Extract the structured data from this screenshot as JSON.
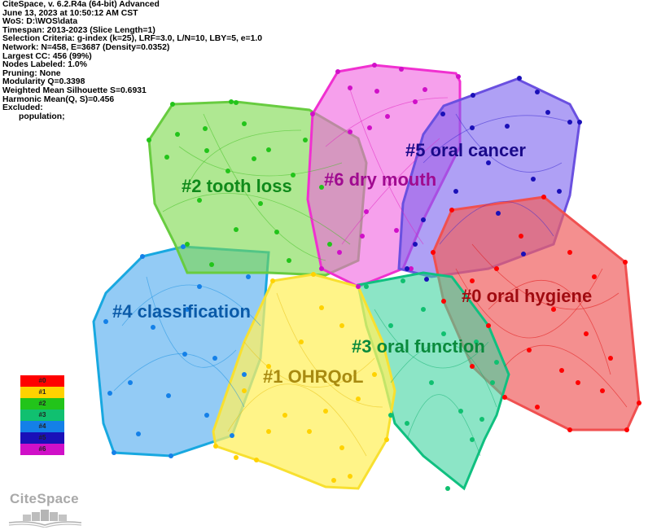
{
  "info_panel": {
    "lines": [
      "CiteSpace, v. 6.2.R4a (64-bit) Advanced",
      "June 13, 2023 at 10:50:12 AM CST",
      "WoS: D:\\WOS\\data",
      "Timespan: 2013-2023 (Slice Length=1)",
      "Selection Criteria: g-index (k=25), LRF=3.0, L/N=10, LBY=5, e=1.0",
      "Network: N=458, E=3687 (Density=0.0352)",
      "Largest CC: 456 (99%)",
      "Nodes Labeled: 1.0%",
      "Pruning: None",
      "Modularity Q=0.3398",
      "Weighted Mean Silhouette S=0.6931",
      "Harmonic Mean(Q, S)=0.456",
      "Excluded:",
      "population;"
    ]
  },
  "clusters": [
    {
      "id": "#0",
      "label": "#0 oral hygiene",
      "color": "#e8141c",
      "label_color": "#a00a10"
    },
    {
      "id": "#1",
      "label": "#1 OHRQoL",
      "color": "#ffd21f",
      "label_color": "#a88a10"
    },
    {
      "id": "#2",
      "label": "#2 tooth loss",
      "color": "#38c41c",
      "label_color": "#0f8a1a"
    },
    {
      "id": "#3",
      "label": "#3 oral function",
      "color": "#18c47c",
      "label_color": "#0a8a3c"
    },
    {
      "id": "#4",
      "label": "#4 classification",
      "color": "#1a84e0",
      "label_color": "#0a5aa8"
    },
    {
      "id": "#5",
      "label": "#5 oral cancer",
      "color": "#2a1ad0",
      "label_color": "#1a0a8a"
    },
    {
      "id": "#6",
      "label": "#6 dry mouth",
      "color": "#e01ac8",
      "label_color": "#a00a90"
    }
  ],
  "legend": {
    "items": [
      {
        "label": "#0",
        "color": "#ff0000"
      },
      {
        "label": "#1",
        "color": "#ffd200"
      },
      {
        "label": "#2",
        "color": "#22c41a"
      },
      {
        "label": "#3",
        "color": "#10c070"
      },
      {
        "label": "#4",
        "color": "#1480e8"
      },
      {
        "label": "#5",
        "color": "#1a10b8"
      },
      {
        "label": "#6",
        "color": "#d010c8"
      }
    ]
  },
  "logo": {
    "text": "CiteSpace"
  }
}
